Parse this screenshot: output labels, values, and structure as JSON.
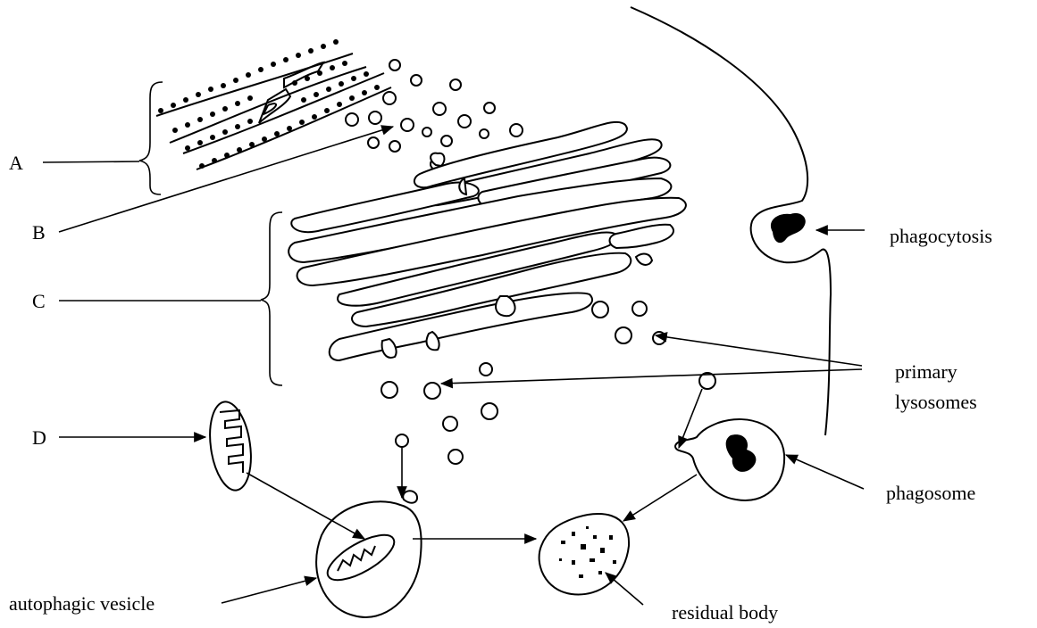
{
  "labels": {
    "a": "A",
    "b": "B",
    "c": "C",
    "d": "D",
    "phagocytosis": "phagocytosis",
    "primary_line1": "primary",
    "primary_line2": "lysosomes",
    "phagosome": "phagosome",
    "autophagic_vesicle": "autophagic vesicle",
    "residual_body": "residual body"
  },
  "colors": {
    "ink": "#000000",
    "background": "#ffffff"
  }
}
